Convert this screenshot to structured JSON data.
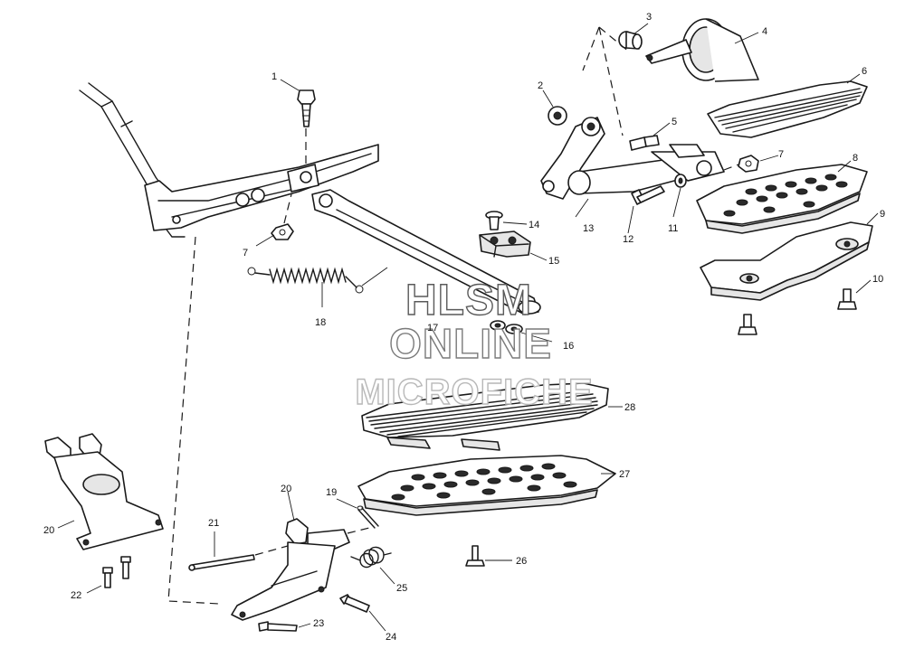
{
  "watermark": {
    "line1": "HLSM",
    "line2": "ONLINE",
    "line3": "MICROFICHE"
  },
  "callouts": [
    "1",
    "2",
    "3",
    "4",
    "5",
    "6",
    "7",
    "7",
    "8",
    "9",
    "10",
    "11",
    "12",
    "13",
    "14",
    "15",
    "16",
    "17",
    "18",
    "19",
    "20",
    "20",
    "21",
    "22",
    "23",
    "24",
    "25",
    "26",
    "27",
    "28"
  ]
}
